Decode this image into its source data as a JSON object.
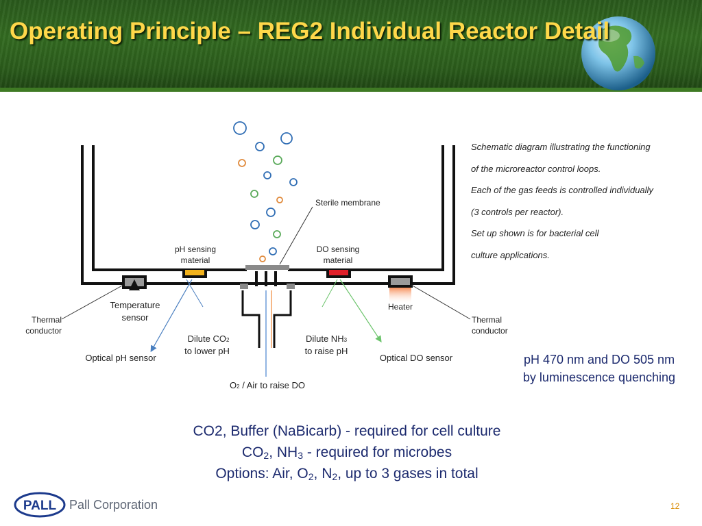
{
  "slide": {
    "title": "Operating Principle – REG2 Individual Reactor Detail",
    "page_number": "12",
    "company": "Pall Corporation",
    "logo_text": "PALL"
  },
  "diagram": {
    "labels": {
      "sterile_membrane": "Sterile membrane",
      "ph_sensing_l1": "pH sensing",
      "ph_sensing_l2": "material",
      "do_sensing_l1": "DO sensing",
      "do_sensing_l2": "material",
      "temp_sensor_l1": "Temperature",
      "temp_sensor_l2": "sensor",
      "heater": "Heater",
      "thermal_left_l1": "Thermal",
      "thermal_left_l2": "conductor",
      "thermal_right_l1": "Thermal",
      "thermal_right_l2": "conductor",
      "dilute_co2_l1a": "Dilute CO",
      "dilute_co2_l1_sub": "2",
      "dilute_co2_l2": "to lower pH",
      "dilute_nh3_l1a": "Dilute NH",
      "dilute_nh3_l1_sub": "3",
      "dilute_nh3_l2": "to raise pH",
      "optical_ph": "Optical pH sensor",
      "optical_do": "Optical DO sensor",
      "o2_a": "O",
      "o2_sub": "2",
      "o2_b": " / Air to raise DO"
    },
    "colors": {
      "wall": "#111111",
      "ph_pad": "#f2b21c",
      "do_pad": "#e0202a",
      "heater_glow": "#f47a3c",
      "bubble_blue": "#2f6db4",
      "bubble_green": "#5aaa5a",
      "bubble_orange": "#e08a3c",
      "ph_arrow": "#4a7fc0",
      "do_arrow": "#6cc46c",
      "o2_line": "#6a9ad8",
      "nh3_line": "#f2a060"
    }
  },
  "caption": {
    "lines": [
      "Schematic diagram illustrating the functioning",
      "of the microreactor control loops.",
      "Each of the gas feeds is controlled individually",
      "(3 controls per reactor).",
      "Set up shown is for bacterial cell",
      "culture applications."
    ]
  },
  "note": {
    "line1": "pH 470 nm and DO 505 nm",
    "line2": "by luminescence quenching"
  },
  "requirements": {
    "line1": "CO2, Buffer (NaBicarb) -  required for cell culture",
    "line2_a": "CO",
    "line2_sub1": "2",
    "line2_b": ", NH",
    "line2_sub2": "3",
    "line2_c": " -  required for microbes",
    "line3_a": "Options: Air, O",
    "line3_sub1": "2",
    "line3_b": ", N",
    "line3_sub2": "2",
    "line3_c": ", up to 3 gases in total"
  }
}
